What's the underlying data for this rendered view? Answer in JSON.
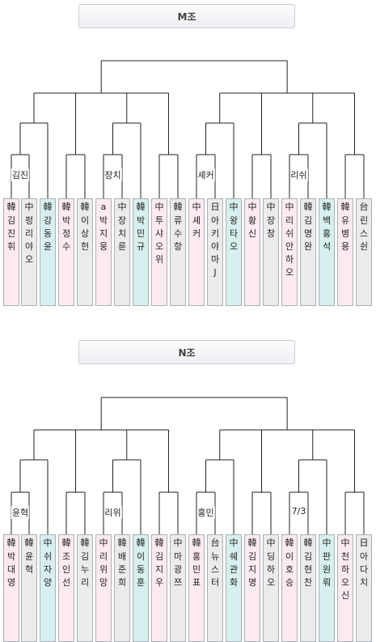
{
  "groups": [
    {
      "title": "M조",
      "matches": [
        "김진",
        "장치",
        "셰커",
        "리쉬"
      ],
      "players": [
        {
          "flag": "韓",
          "name": "김진휘",
          "color": "kr"
        },
        {
          "flag": "中",
          "name": "펑리야오",
          "color": "cn"
        },
        {
          "flag": "韓",
          "name": "강동윤",
          "color": "mint"
        },
        {
          "flag": "韓",
          "name": "박정수",
          "color": "kr"
        },
        {
          "flag": "韓",
          "name": "이상헌",
          "color": "cn"
        },
        {
          "flag": "a",
          "name": "박지웅",
          "color": "kr"
        },
        {
          "flag": "中",
          "name": "장치룬",
          "color": "cn"
        },
        {
          "flag": "韓",
          "name": "박민규",
          "color": "mint"
        },
        {
          "flag": "中",
          "name": "투샤오위",
          "color": "kr"
        },
        {
          "flag": "韓",
          "name": "류수항",
          "color": "cn"
        },
        {
          "flag": "中",
          "name": "셰커",
          "color": "kr"
        },
        {
          "flag": "日",
          "name": "아키야마J",
          "color": "cn"
        },
        {
          "flag": "中",
          "name": "왕타오",
          "color": "mint"
        },
        {
          "flag": "中",
          "name": "황신",
          "color": "kr"
        },
        {
          "flag": "中",
          "name": "장창",
          "color": "cn"
        },
        {
          "flag": "中",
          "name": "리쉬안하오",
          "color": "kr"
        },
        {
          "flag": "韓",
          "name": "김명완",
          "color": "cn"
        },
        {
          "flag": "韓",
          "name": "백홍석",
          "color": "mint"
        },
        {
          "flag": "韓",
          "name": "유병용",
          "color": "kr"
        },
        {
          "flag": "台",
          "name": "린스쉰",
          "color": "cn"
        }
      ]
    },
    {
      "title": "N조",
      "matches": [
        "윤혁",
        "리위",
        "홍민",
        "7/3"
      ],
      "players": [
        {
          "flag": "韓",
          "name": "박대영",
          "color": "kr"
        },
        {
          "flag": "韓",
          "name": "윤혁",
          "color": "cn"
        },
        {
          "flag": "中",
          "name": "쉬자양",
          "color": "mint"
        },
        {
          "flag": "韓",
          "name": "조인선",
          "color": "kr"
        },
        {
          "flag": "韓",
          "name": "김누리",
          "color": "cn"
        },
        {
          "flag": "中",
          "name": "리위앙",
          "color": "kr"
        },
        {
          "flag": "韓",
          "name": "배준희",
          "color": "cn"
        },
        {
          "flag": "韓",
          "name": "이동훈",
          "color": "mint"
        },
        {
          "flag": "韓",
          "name": "김지우",
          "color": "kr"
        },
        {
          "flag": "中",
          "name": "마광쯔",
          "color": "cn"
        },
        {
          "flag": "韓",
          "name": "홍민표",
          "color": "kr"
        },
        {
          "flag": "台",
          "name": "뉴스터",
          "color": "cn"
        },
        {
          "flag": "中",
          "name": "쉐관화",
          "color": "mint"
        },
        {
          "flag": "韓",
          "name": "김지명",
          "color": "kr"
        },
        {
          "flag": "中",
          "name": "딩하오",
          "color": "cn"
        },
        {
          "flag": "韓",
          "name": "이호승",
          "color": "kr"
        },
        {
          "flag": "韓",
          "name": "김현찬",
          "color": "cn"
        },
        {
          "flag": "中",
          "name": "판원뤄",
          "color": "mint"
        },
        {
          "flag": "中",
          "name": "천하오신",
          "color": "kr"
        },
        {
          "flag": "日",
          "name": "아다치",
          "color": "cn"
        }
      ]
    }
  ]
}
